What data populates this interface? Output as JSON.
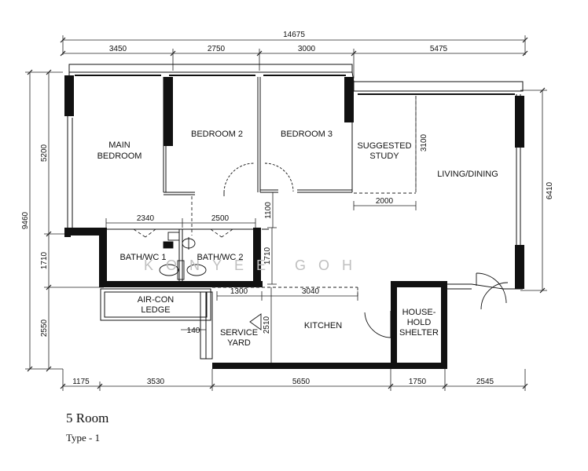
{
  "caption": {
    "title": "5 Room",
    "subtitle": "Type - 1"
  },
  "watermark": "KONYEE GOH",
  "rooms": {
    "main_bedroom_1": "MAIN",
    "main_bedroom_2": "BEDROOM",
    "bedroom2": "BEDROOM  2",
    "bedroom3": "BEDROOM  3",
    "study_1": "SUGGESTED",
    "study_2": "STUDY",
    "living": "LIVING/DINING",
    "bath1": "BATH/WC  1",
    "bath2": "BATH/WC  2",
    "aircon_1": "AIR-CON",
    "aircon_2": "LEDGE",
    "service_1": "SERVICE",
    "service_2": "YARD",
    "kitchen": "KITCHEN",
    "shelter_1": "HOUSE-",
    "shelter_2": "HOLD",
    "shelter_3": "SHELTER"
  },
  "dimensions": {
    "overall_width": "14675",
    "top_1": "3450",
    "top_2": "2750",
    "top_3": "3000",
    "top_4": "5475",
    "bottom_1": "1175",
    "bottom_2": "3530",
    "bottom_3": "5650",
    "bottom_4": "1750",
    "bottom_5": "2545",
    "overall_depth": "9460",
    "left_1": "5200",
    "left_2": "1710",
    "left_3": "2550",
    "right_living": "6410",
    "study_depth": "3100",
    "study_width": "2000",
    "corridor": "1100",
    "bath_depth": "1710",
    "bath1_width": "2340",
    "bath2_width": "2500",
    "service_width": "1300",
    "kitchen_width": "3040",
    "kitchen_depth": "2510",
    "small_140": "140"
  },
  "colors": {
    "wall": "#111111",
    "line": "#222222",
    "watermark": "#bfbfbf"
  }
}
